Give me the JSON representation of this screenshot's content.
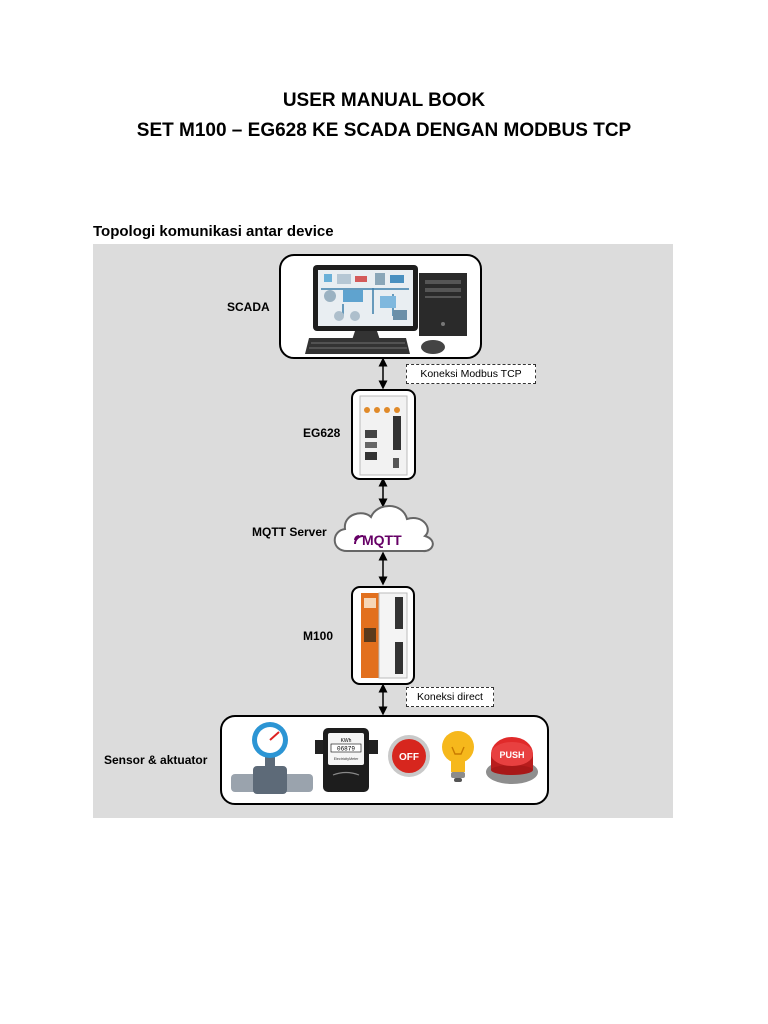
{
  "document": {
    "title_line1": "USER MANUAL BOOK",
    "title_line2": "SET M100 – EG628 KE SCADA DENGAN MODBUS TCP",
    "section_heading": "Topologi komunikasi antar device"
  },
  "diagram": {
    "nodes": {
      "scada": "SCADA",
      "eg628": "EG628",
      "mqtt_server": "MQTT Server",
      "m100": "M100",
      "sensor_aktuator": "Sensor & aktuator"
    },
    "connections": {
      "modbus": "Koneksi Modbus TCP",
      "direct": "Koneksi direct"
    },
    "logo_text": {
      "mqtt": "MQTT",
      "off_button": "OFF",
      "push_button": "PUSH",
      "kwh_unit": "KWh",
      "kwh_caption": "ElectricityMeter",
      "kwh_digits": "06879"
    },
    "colors": {
      "panel": "#dcdcdc",
      "mqtt_purple": "#660066",
      "off_red": "#d7261e",
      "push_red": "#e02a2a",
      "bulb_yellow": "#f6b81c",
      "pipe_gray": "#9aa3ad",
      "gauge_blue": "#2c95d4"
    }
  }
}
